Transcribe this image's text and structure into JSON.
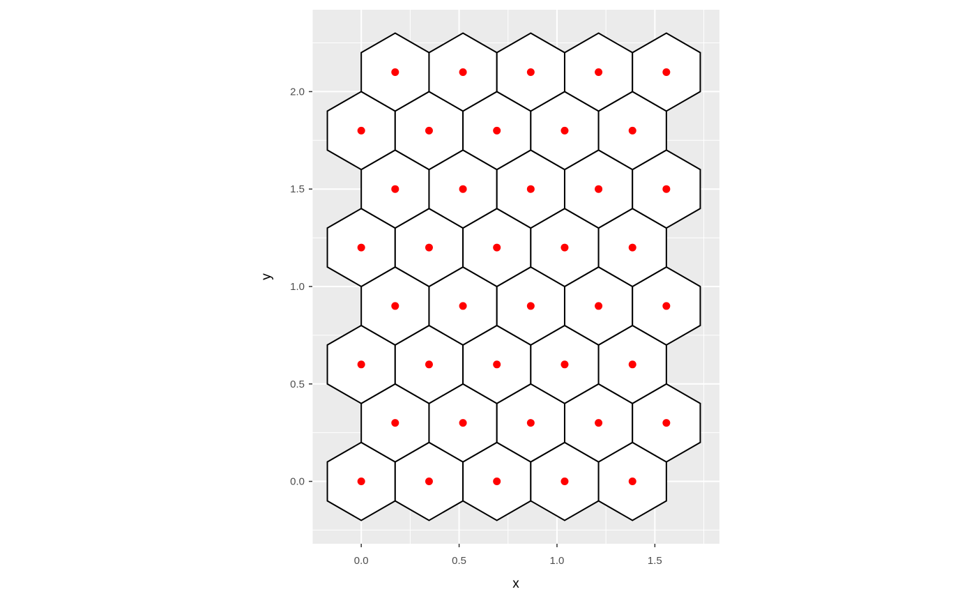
{
  "chart_data": {
    "type": "hexagon-grid-scatter",
    "xlabel": "x",
    "ylabel": "y",
    "xlim": [
      -0.25,
      1.83
    ],
    "ylim": [
      -0.32,
      2.42
    ],
    "x_ticks": [
      0.0,
      0.5,
      1.0,
      1.5
    ],
    "x_tick_labels": [
      "0.0",
      "0.5",
      "1.0",
      "1.5"
    ],
    "y_ticks": [
      0.0,
      0.5,
      1.0,
      1.5,
      2.0
    ],
    "y_tick_labels": [
      "0.0",
      "0.5",
      "1.0",
      "1.5",
      "2.0"
    ],
    "grid": true,
    "panel_background": "#ebebeb",
    "hexagon_fill": "#ffffff",
    "hexagon_stroke": "#000000",
    "point_color": "#ff0000",
    "hex_circumradius": 0.2,
    "hex_orientation": "pointy-top",
    "rows": [
      {
        "y": 0.0,
        "x": [
          0.0,
          0.3464,
          0.6928,
          1.0392,
          1.3856
        ]
      },
      {
        "y": 0.3,
        "x": [
          0.1732,
          0.5196,
          0.866,
          1.2124,
          1.5588
        ]
      },
      {
        "y": 0.6,
        "x": [
          0.0,
          0.3464,
          0.6928,
          1.0392,
          1.3856
        ]
      },
      {
        "y": 0.9,
        "x": [
          0.1732,
          0.5196,
          0.866,
          1.2124,
          1.5588
        ]
      },
      {
        "y": 1.2,
        "x": [
          0.0,
          0.3464,
          0.6928,
          1.0392,
          1.3856
        ]
      },
      {
        "y": 1.5,
        "x": [
          0.1732,
          0.5196,
          0.866,
          1.2124,
          1.5588
        ]
      },
      {
        "y": 1.8,
        "x": [
          0.0,
          0.3464,
          0.6928,
          1.0392,
          1.3856
        ]
      },
      {
        "y": 2.1,
        "x": [
          0.1732,
          0.5196,
          0.866,
          1.2124,
          1.5588
        ]
      }
    ]
  }
}
